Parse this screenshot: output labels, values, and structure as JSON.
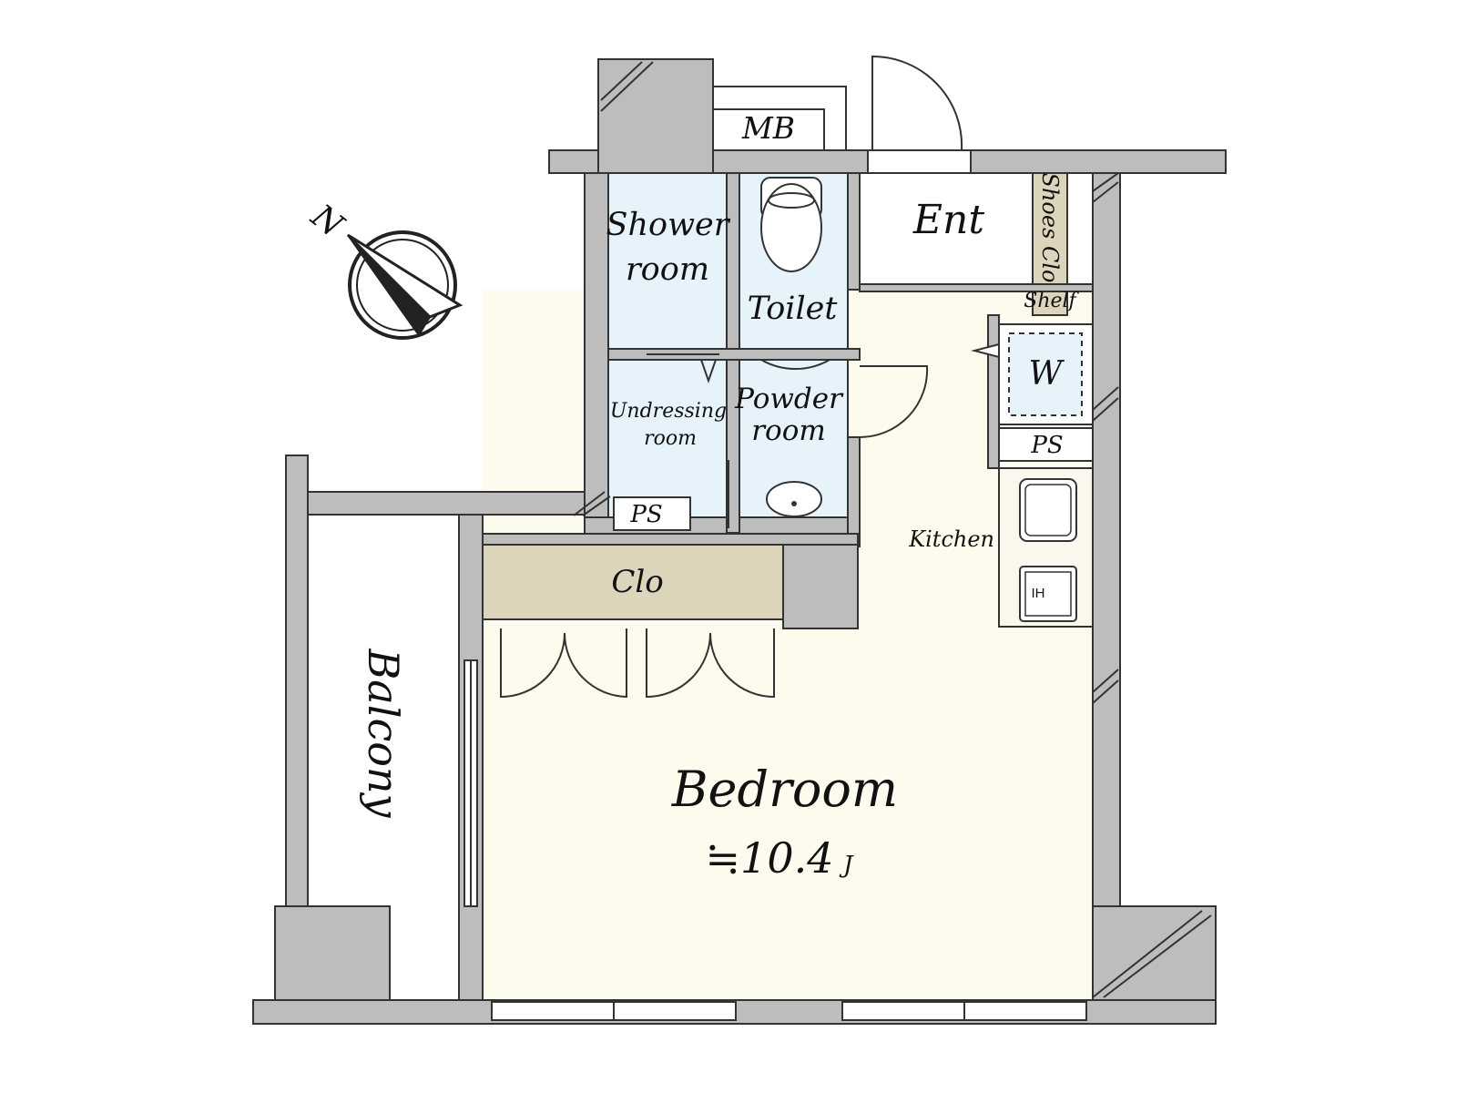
{
  "labels": {
    "mb": "MB",
    "shower_line1": "Shower",
    "shower_line2": "room",
    "toilet": "Toilet",
    "ent": "Ent",
    "shoes_clo": "Shoes Clo",
    "shelf": "Shelf",
    "w": "W",
    "ps_right": "PS",
    "undressing_line1": "Undressing",
    "undressing_line2": "room",
    "powder_line1": "Powder",
    "powder_line2": "room",
    "ps_left": "PS",
    "kitchen": "Kitchen",
    "ih": "IH",
    "clo": "Clo",
    "balcony": "Balcony",
    "bedroom": "Bedroom",
    "area": "≒10.4",
    "area_unit": "J",
    "north": "N"
  },
  "colors": {
    "wall": "#bdbdbd",
    "wet_area": "#e6f3fb",
    "living": "#fdfbee",
    "storage": "#ddd5bb",
    "kitchen": "#fcf7ec"
  }
}
